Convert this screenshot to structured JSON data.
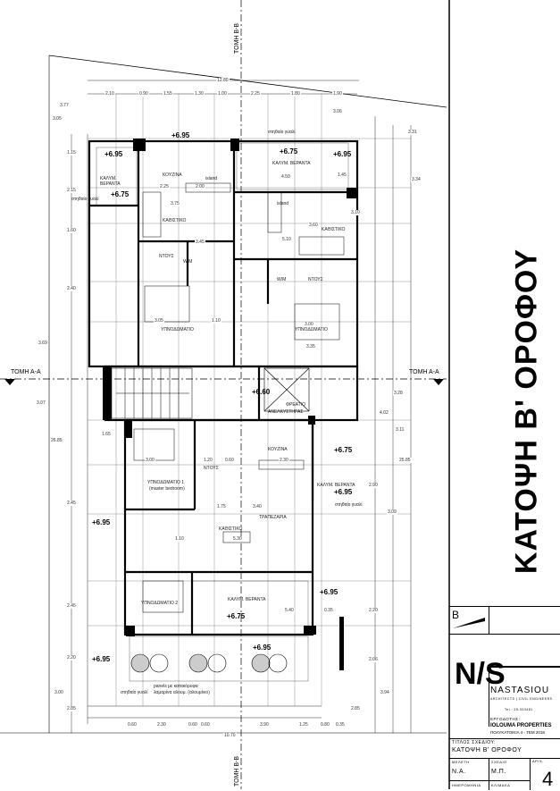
{
  "sheet_title_vertical": "ΚΑΤΟΨΗ Β' ΟΡΟΦΟΥ",
  "sections": {
    "top": "ΤΟΜΗ Β-Β",
    "bottom": "ΤΟΜΗ Β-Β",
    "left": "ΤΟΜΗ Α-Α",
    "right": "ΤΟΜΗ Α-Α"
  },
  "rooms": {
    "kitchen_1": "ΚΟΥΖΙΝΑ",
    "island_1": "island",
    "living_1": "ΚΑΘΙΣΤΙΚΟ",
    "veranda_1": "ΚΑΛΥΜ. ΒΕΡΑΝΤΑ",
    "veranda_2": "ΚΑΛΥΜ. ΒΕΡΑΝΤΑ",
    "island_2": "island",
    "living_2": "ΚΑΘΙΣΤΙΚΟ",
    "shower_1": "ΝΤΟΥΣ",
    "wim_1": "W/M",
    "wim_2": "W/M",
    "shower_2": "ΝΤΟΥΣ",
    "bedroom_1": "ΥΠΝΟΔΩΜΑΤΙΟ",
    "bedroom_2": "ΥΠΝΟΔΩΜΑΤΙΟ",
    "elevator": "ΑΝΕΛΚΥΣΤΗΡΑΣ",
    "shaft": "ΦΡΕΑΤΙΟ",
    "kitchen_3": "ΚΟΥΖΙΝΑ",
    "master_bedroom": "ΥΠΝΟΔΩΜΑΤΙΟ 1",
    "master_bedroom_sub": "(master bedroom)",
    "shower_3": "ΝΤΟΥΣ",
    "dining": "ΤΡΑΠΕΖΑΡΙΑ",
    "living_3": "ΚΑΘΙΣΤΙΚΟ",
    "bedroom_3": "ΥΠΝΟΔΩΜΑΤΙΟ 2",
    "veranda_3": "ΚΑΛΥΜ. ΒΕΡΑΝΤΑ",
    "veranda_4": "ΚΑΛΥΜ. ΒΕΡΑΝΤΑ",
    "uncovered_1": "στηθαίο γυαλί",
    "uncovered_2": "στηθαίο γυαλί",
    "uncovered_3": "στηθαίο γυαλί",
    "uncovered_4": "στηθαίο γυαλί",
    "note_line1": "panels με κατακόρυφα",
    "note_line2": "λαμαρίνα αλουμ. (αλουμίνιο)"
  },
  "levels": [
    "+6.95",
    "+6.95",
    "+6.75",
    "+6.75",
    "+6.95",
    "+6.60",
    "+6.75",
    "+6.95",
    "+6.95",
    "+6.95",
    "+6.75",
    "+6.95",
    "+6.95"
  ],
  "dimensions": {
    "top_total": "12.80",
    "top_chain": [
      "2.10",
      "0.90",
      "1.55",
      "1.30",
      "1.00",
      "2.25",
      "1.80",
      "1.90"
    ],
    "bottom_total": "10.70",
    "bottom_chain": [
      "0.60",
      "2.30",
      "0.60",
      "0.60",
      "3.90",
      "1.25",
      "0.80",
      "0.35"
    ],
    "left_side": [
      "3.77",
      "3.05",
      "1.15",
      "2.15",
      "1.60",
      "2.40",
      "3.69",
      "3.07",
      "26.85",
      "2.45",
      "2.45",
      "2.20",
      "2.85",
      "3.00"
    ],
    "right_side": [
      "3.06",
      "3.31",
      "3.34",
      "3.10",
      "3.28",
      "4.02",
      "3.11",
      "25.85",
      "3.09",
      "2.90",
      "2.20",
      "2.06",
      "2.85",
      "3.94"
    ],
    "interior": [
      "2.25",
      "2.00",
      "3.75",
      "4.50",
      "1.45",
      "3.45",
      "3.60",
      "5.10",
      "3.05",
      "1.10",
      "3.35",
      "3.00",
      "1.65",
      "3.00",
      "1.20",
      "0.60",
      "2.30",
      "1.75",
      "3.40",
      "5.30",
      "1.10",
      "5.40",
      "0.35"
    ]
  },
  "title_block": {
    "north_label": "B",
    "logo": "N/S",
    "firm_name": "NASTASIOU",
    "firm_subtitle": "ARCHITECTS | CIVIL ENGINEERS",
    "firm_tel": "Tel.: 25-333481",
    "client_label": "ΕΡΓΟΔΟΤΗΣ:",
    "client_name": "IOLOUMA PROPERTIES",
    "project": "ΠΟΛΥΚΑΤΟΙΚΙΑ 4 - ΤΕΜ 2018",
    "drawing_title_label": "ΤΙΤΛΟΣ ΣΧΕΔΙΟΥ:",
    "drawing_title": "ΚΑΤΟΨΗ Β' ΟΡΟΦΟΥ",
    "study_label": "ΜΕΛΕΤΗ",
    "study_value": "N.A.",
    "drawn_label": "ΣΧΕΔΙΟ",
    "drawn_value": "Μ.Π.",
    "sheet_label": "ΑΡΙΧ.",
    "sheet_value": "4",
    "date_label": "ΗΜΕΡΟΜΗΝΙΑ",
    "scale_label": "ΚΛΙΜΑΚΑ"
  }
}
